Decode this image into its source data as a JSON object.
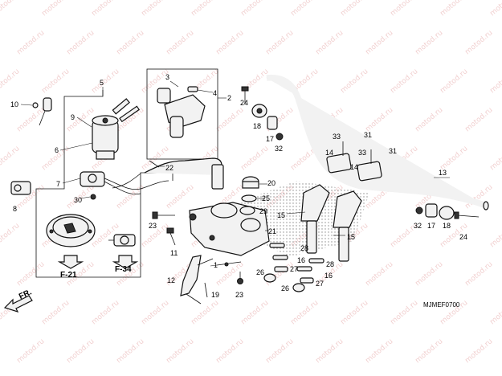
{
  "watermark": "motod.ru",
  "diagram_code": "MJMEF0700",
  "direction_label": "FR.",
  "references": [
    "F-21",
    "F-34"
  ],
  "callouts": [
    "1",
    "2",
    "3",
    "4",
    "5",
    "6",
    "7",
    "8",
    "9",
    "10",
    "11",
    "12",
    "13",
    "14",
    "14",
    "15",
    "15",
    "16",
    "16",
    "17",
    "17",
    "18",
    "18",
    "19",
    "20",
    "21",
    "22",
    "23",
    "23",
    "24",
    "24",
    "25",
    "26",
    "26",
    "27",
    "27",
    "28",
    "28",
    "29",
    "30",
    "31",
    "31",
    "32",
    "32",
    "33",
    "33"
  ]
}
